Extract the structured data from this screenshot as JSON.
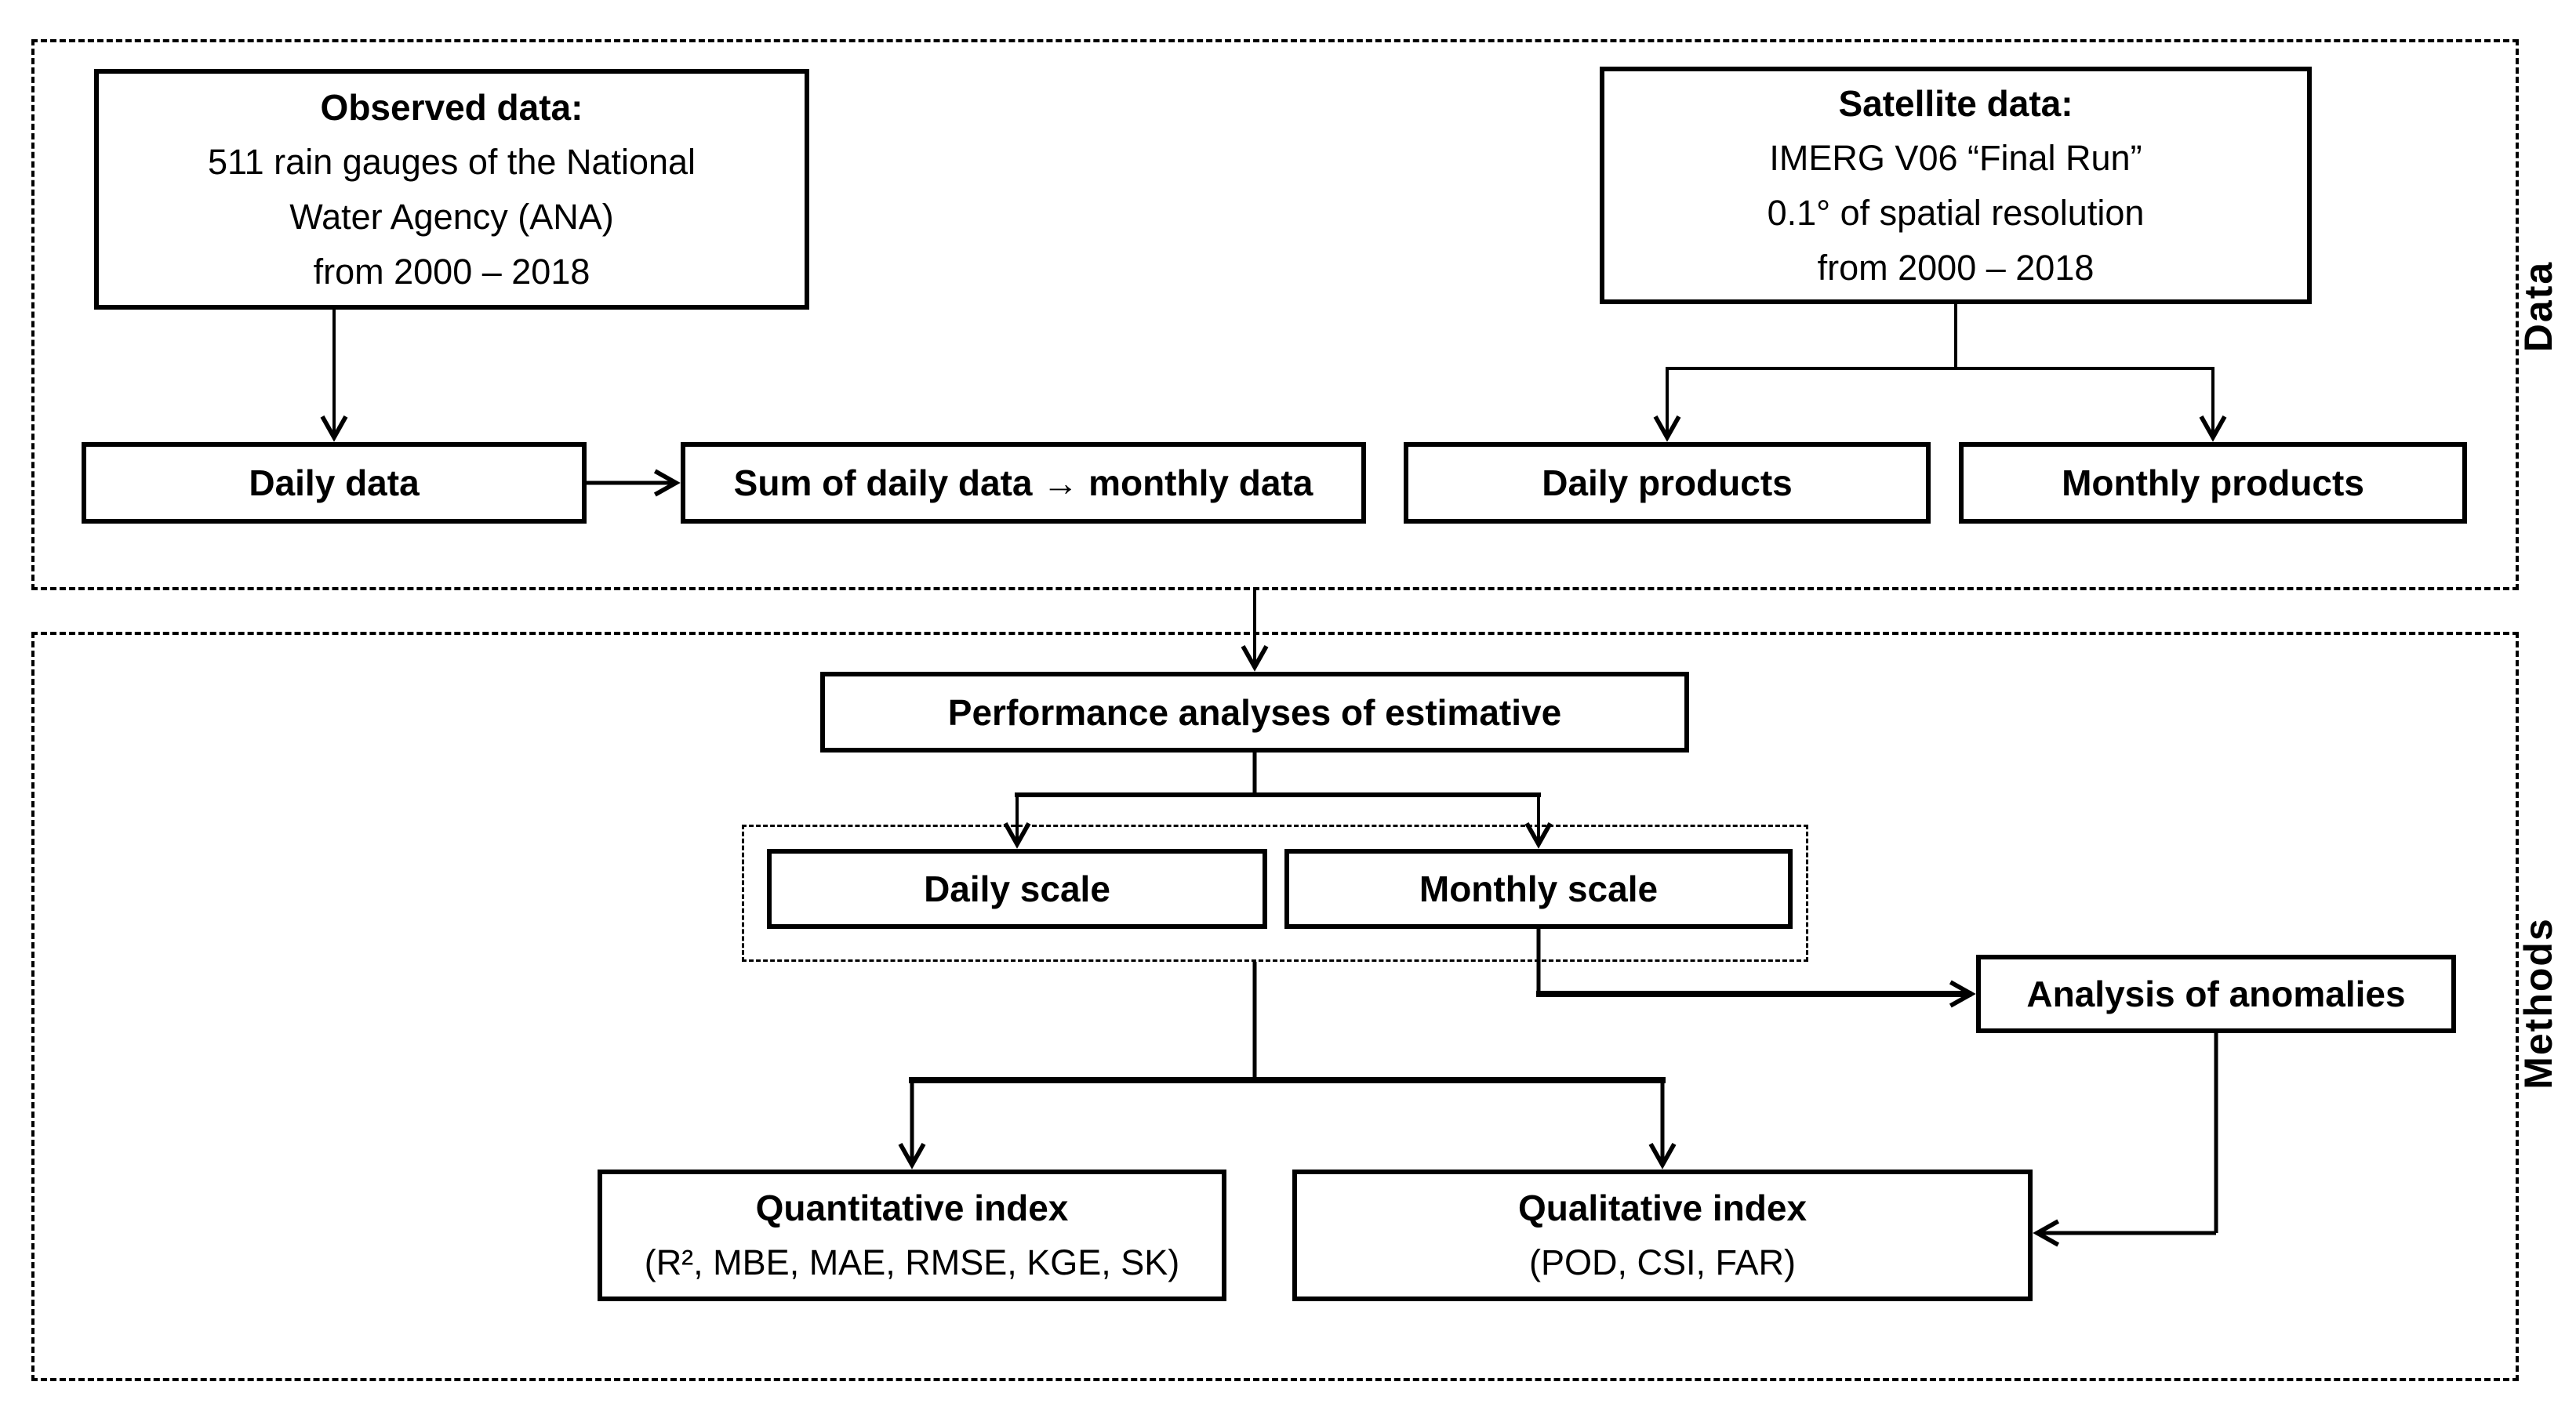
{
  "diagram": {
    "background": "#ffffff",
    "line_color": "#000000",
    "sections": {
      "data": {
        "label": "Data",
        "observed": {
          "title": "Observed data:",
          "lines": [
            "511 rain gauges of the National",
            "Water Agency (ANA)",
            "from 2000 – 2018"
          ]
        },
        "satellite": {
          "title": "Satellite data:",
          "lines": [
            "IMERG V06 “Final Run”",
            "0.1° of spatial resolution",
            "from 2000 – 2018"
          ]
        },
        "daily_data": "Daily data",
        "sum_daily": "Sum of daily data → monthly data",
        "daily_products": "Daily products",
        "monthly_products": "Monthly products"
      },
      "methods": {
        "label": "Methods",
        "performance": "Performance analyses of estimative",
        "daily_scale": "Daily scale",
        "monthly_scale": "Monthly scale",
        "anomalies": "Analysis of anomalies",
        "quantitative": {
          "title": "Quantitative index",
          "metrics": "(R², MBE, MAE, RMSE, KGE, SK)"
        },
        "qualitative": {
          "title": "Qualitative index",
          "metrics": "(POD, CSI, FAR)"
        }
      }
    }
  }
}
